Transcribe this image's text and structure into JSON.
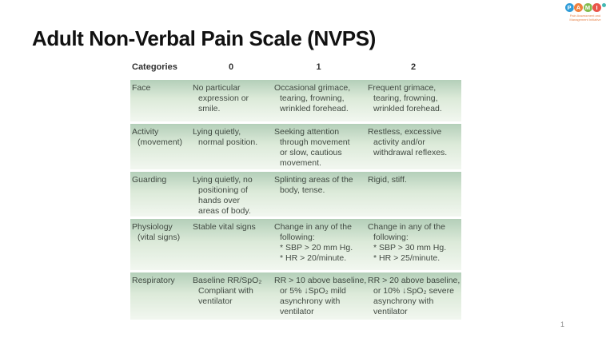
{
  "slide": {
    "title": "Adult Non-Verbal Pain Scale (NVPS)",
    "page_number": "1"
  },
  "logo": {
    "letters": [
      {
        "char": "P",
        "color": "#2f9cd8"
      },
      {
        "char": "A",
        "color": "#f07f3c"
      },
      {
        "char": "M",
        "color": "#84bb4d"
      },
      {
        "char": "I",
        "color": "#e9554a"
      }
    ],
    "dot_color": "#45b8b2",
    "tagline": "Pain Assessment and\nManagement Initiative",
    "tagline_color": "#e8834a"
  },
  "table": {
    "headers": [
      "Categories",
      "0",
      "1",
      "2"
    ],
    "rows": [
      {
        "category": "Face",
        "c0": "No particular\nexpression or\nsmile.",
        "c1": "Occasional grimace,\ntearing, frowning,\nwrinkled forehead.",
        "c2": "Frequent grimace,\ntearing, frowning,\nwrinkled forehead."
      },
      {
        "category": "Activity\n(movement)",
        "c0": "Lying quietly,\nnormal position.",
        "c1": "Seeking attention\nthrough movement\nor slow, cautious\nmovement.",
        "c2": "Restless, excessive\nactivity and/or\nwithdrawal reflexes."
      },
      {
        "category": "Guarding",
        "c0": "Lying quietly, no\npositioning of\nhands over\nareas of body.",
        "c1": "Splinting areas of the\nbody, tense.",
        "c2": "Rigid, stiff."
      },
      {
        "category": "Physiology\n(vital signs)",
        "c0": "Stable vital signs",
        "c1": "Change in any of the\nfollowing:\n* SBP > 20 mm Hg.\n* HR > 20/minute.",
        "c2": "Change in any of the\nfollowing:\n* SBP > 30 mm Hg.\n* HR > 25/minute."
      },
      {
        "category": "Respiratory",
        "c0": "Baseline RR/SpO₂\nCompliant with\nventilator",
        "c1": "RR > 10 above baseline,\nor 5% ↓SpO₂ mild\nasynchrony with\nventilator",
        "c2": "RR > 20 above baseline,\nor 10% ↓SpO₂ severe\nasynchrony with\nventilator"
      }
    ]
  },
  "colors": {
    "title_text": "#111111",
    "header_text": "#303030",
    "cell_text": "#414a42",
    "row_gradient_top": "#b4cfb9",
    "row_gradient_bottom": "#f2f7f0",
    "page_number_text": "#909090"
  }
}
